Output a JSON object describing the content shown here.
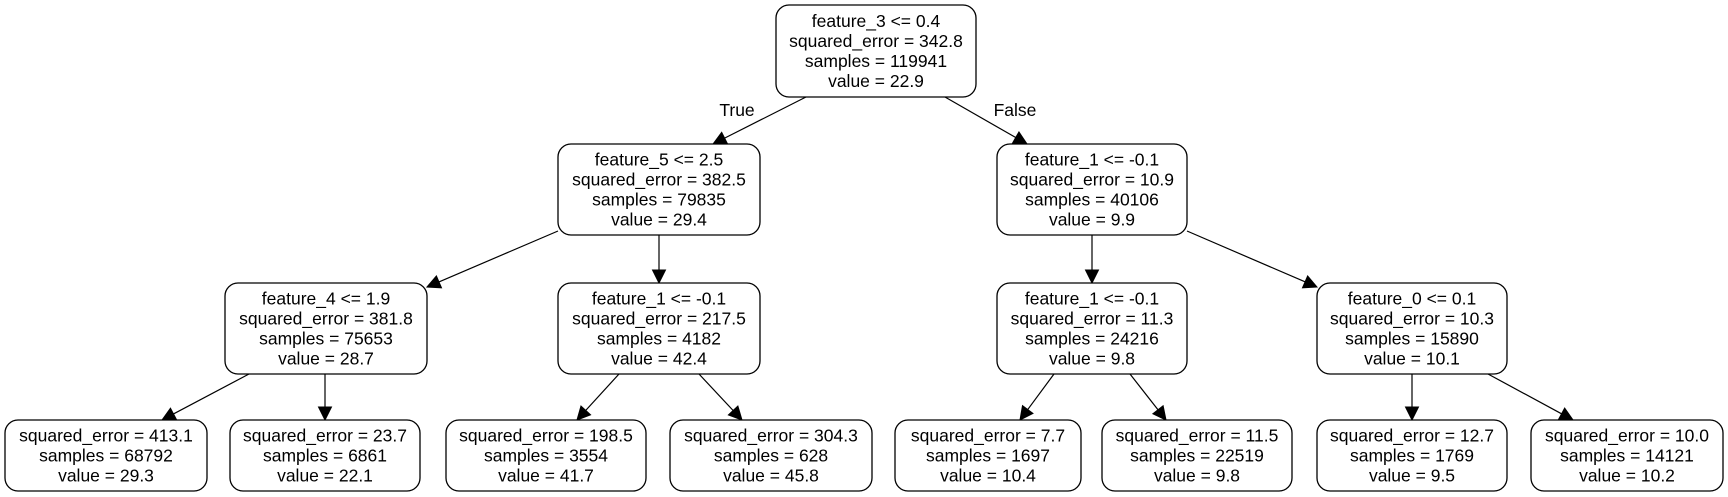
{
  "nodes": [
    {
      "id": "root",
      "lines": [
        "feature_3 <= 0.4",
        "squared_error = 342.8",
        "samples = 119941",
        "value = 22.9"
      ]
    },
    {
      "id": "n1",
      "lines": [
        "feature_5 <= 2.5",
        "squared_error = 382.5",
        "samples = 79835",
        "value = 29.4"
      ]
    },
    {
      "id": "n2",
      "lines": [
        "feature_1 <= -0.1",
        "squared_error = 10.9",
        "samples = 40106",
        "value = 9.9"
      ]
    },
    {
      "id": "n3",
      "lines": [
        "feature_4 <= 1.9",
        "squared_error = 381.8",
        "samples = 75653",
        "value = 28.7"
      ]
    },
    {
      "id": "n4",
      "lines": [
        "feature_1 <= -0.1",
        "squared_error = 217.5",
        "samples = 4182",
        "value = 42.4"
      ]
    },
    {
      "id": "n5",
      "lines": [
        "feature_1 <= -0.1",
        "squared_error = 11.3",
        "samples = 24216",
        "value = 9.8"
      ]
    },
    {
      "id": "n6",
      "lines": [
        "feature_0 <= 0.1",
        "squared_error = 10.3",
        "samples = 15890",
        "value = 10.1"
      ]
    },
    {
      "id": "l1",
      "lines": [
        "squared_error = 413.1",
        "samples = 68792",
        "value = 29.3"
      ]
    },
    {
      "id": "l2",
      "lines": [
        "squared_error = 23.7",
        "samples = 6861",
        "value = 22.1"
      ]
    },
    {
      "id": "l3",
      "lines": [
        "squared_error = 198.5",
        "samples = 3554",
        "value = 41.7"
      ]
    },
    {
      "id": "l4",
      "lines": [
        "squared_error = 304.3",
        "samples = 628",
        "value = 45.8"
      ]
    },
    {
      "id": "l5",
      "lines": [
        "squared_error = 7.7",
        "samples = 1697",
        "value = 10.4"
      ]
    },
    {
      "id": "l6",
      "lines": [
        "squared_error = 11.5",
        "samples = 22519",
        "value = 9.8"
      ]
    },
    {
      "id": "l7",
      "lines": [
        "squared_error = 12.7",
        "samples = 1769",
        "value = 9.5"
      ]
    },
    {
      "id": "l8",
      "lines": [
        "squared_error = 10.0",
        "samples = 14121",
        "value = 10.2"
      ]
    }
  ],
  "edges": [
    {
      "from": "root",
      "to": "n1",
      "label": "True"
    },
    {
      "from": "root",
      "to": "n2",
      "label": "False"
    },
    {
      "from": "n1",
      "to": "n3"
    },
    {
      "from": "n1",
      "to": "n4"
    },
    {
      "from": "n2",
      "to": "n5"
    },
    {
      "from": "n2",
      "to": "n6"
    },
    {
      "from": "n3",
      "to": "l1"
    },
    {
      "from": "n3",
      "to": "l2"
    },
    {
      "from": "n4",
      "to": "l3"
    },
    {
      "from": "n4",
      "to": "l4"
    },
    {
      "from": "n5",
      "to": "l5"
    },
    {
      "from": "n5",
      "to": "l6"
    },
    {
      "from": "n6",
      "to": "l7"
    },
    {
      "from": "n6",
      "to": "l8"
    }
  ]
}
